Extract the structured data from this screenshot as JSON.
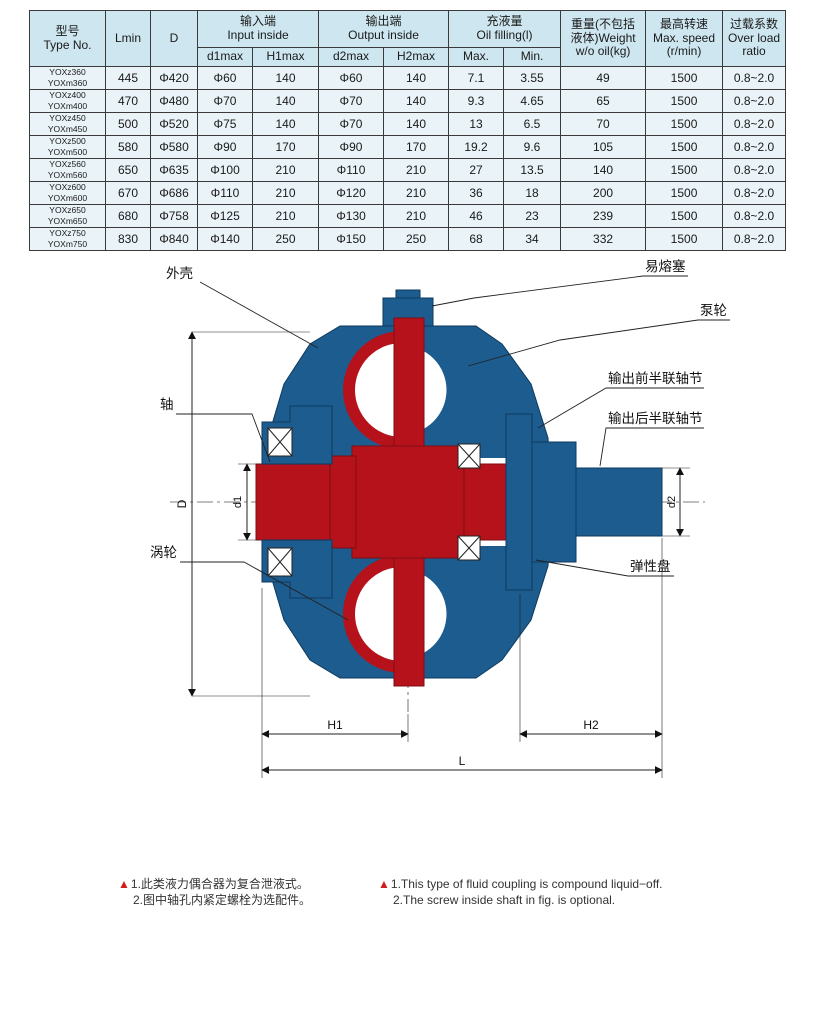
{
  "table": {
    "headers": {
      "type_no": "型号\nType No.",
      "lmin": "Lmin",
      "d": "D",
      "input": "输入端\nInput inside",
      "d1max": "d1max",
      "h1max": "H1max",
      "output": "输出端\nOutput inside",
      "d2max": "d2max",
      "h2max": "H2max",
      "oil_filling": "充液量\nOil filling(l)",
      "oil_max": "Max.",
      "oil_min": "Min.",
      "weight": "重量(不包括\n液体)Weight\nw/o oil(kg)",
      "max_speed": "最高转速\nMax. speed\n(r/min)",
      "overload": "过载系数\nOver load\nratio"
    },
    "rows": [
      {
        "type": [
          "YOXz360",
          "YOXm360"
        ],
        "cells": [
          "445",
          "Φ420",
          "Φ60",
          "140",
          "Φ60",
          "140",
          "7.1",
          "3.55",
          "49",
          "1500",
          "0.8~2.0"
        ]
      },
      {
        "type": [
          "YOXz400",
          "YOXm400"
        ],
        "cells": [
          "470",
          "Φ480",
          "Φ70",
          "140",
          "Φ70",
          "140",
          "9.3",
          "4.65",
          "65",
          "1500",
          "0.8~2.0"
        ]
      },
      {
        "type": [
          "YOXz450",
          "YOXm450"
        ],
        "cells": [
          "500",
          "Φ520",
          "Φ75",
          "140",
          "Φ70",
          "140",
          "13",
          "6.5",
          "70",
          "1500",
          "0.8~2.0"
        ]
      },
      {
        "type": [
          "YOXz500",
          "YOXm500"
        ],
        "cells": [
          "580",
          "Φ580",
          "Φ90",
          "170",
          "Φ90",
          "170",
          "19.2",
          "9.6",
          "105",
          "1500",
          "0.8~2.0"
        ]
      },
      {
        "type": [
          "YOXz560",
          "YOXm560"
        ],
        "cells": [
          "650",
          "Φ635",
          "Φ100",
          "210",
          "Φ110",
          "210",
          "27",
          "13.5",
          "140",
          "1500",
          "0.8~2.0"
        ]
      },
      {
        "type": [
          "YOXz600",
          "YOXm600"
        ],
        "cells": [
          "670",
          "Φ686",
          "Φ110",
          "210",
          "Φ120",
          "210",
          "36",
          "18",
          "200",
          "1500",
          "0.8~2.0"
        ]
      },
      {
        "type": [
          "YOXz650",
          "YOXm650"
        ],
        "cells": [
          "680",
          "Φ758",
          "Φ125",
          "210",
          "Φ130",
          "210",
          "46",
          "23",
          "239",
          "1500",
          "0.8~2.0"
        ]
      },
      {
        "type": [
          "YOXz750",
          "YOXm750"
        ],
        "cells": [
          "830",
          "Φ840",
          "Φ140",
          "250",
          "Φ150",
          "250",
          "68",
          "34",
          "332",
          "1500",
          "0.8~2.0"
        ]
      }
    ]
  },
  "diagram": {
    "labels": {
      "housing": "外壳",
      "fusible_plug": "易熔塞",
      "pump_wheel": "泵轮",
      "output_front_half_coupling": "输出前半联轴节",
      "output_rear_half_coupling": "输出后半联轴节",
      "shaft": "轴",
      "turbine": "涡轮",
      "elastic_disc": "弹性盘"
    },
    "dims": {
      "D": "D",
      "d1": "d1",
      "d2": "d2",
      "H1": "H1",
      "H2": "H2",
      "L": "L"
    },
    "colors": {
      "blue": "#1d5c8e",
      "red": "#b5121b"
    }
  },
  "notes": {
    "left": [
      {
        "marker": "▲",
        "text": "1.此类液力偶合器为复合泄液式。"
      },
      {
        "marker": "",
        "text": "2.图中轴孔内紧定螺栓为选配件。"
      }
    ],
    "right": [
      {
        "marker": "▲",
        "text": "1.This type of fluid coupling is compound liquid−off."
      },
      {
        "marker": "",
        "text": "2.The screw inside shaft in fig. is optional."
      }
    ]
  }
}
